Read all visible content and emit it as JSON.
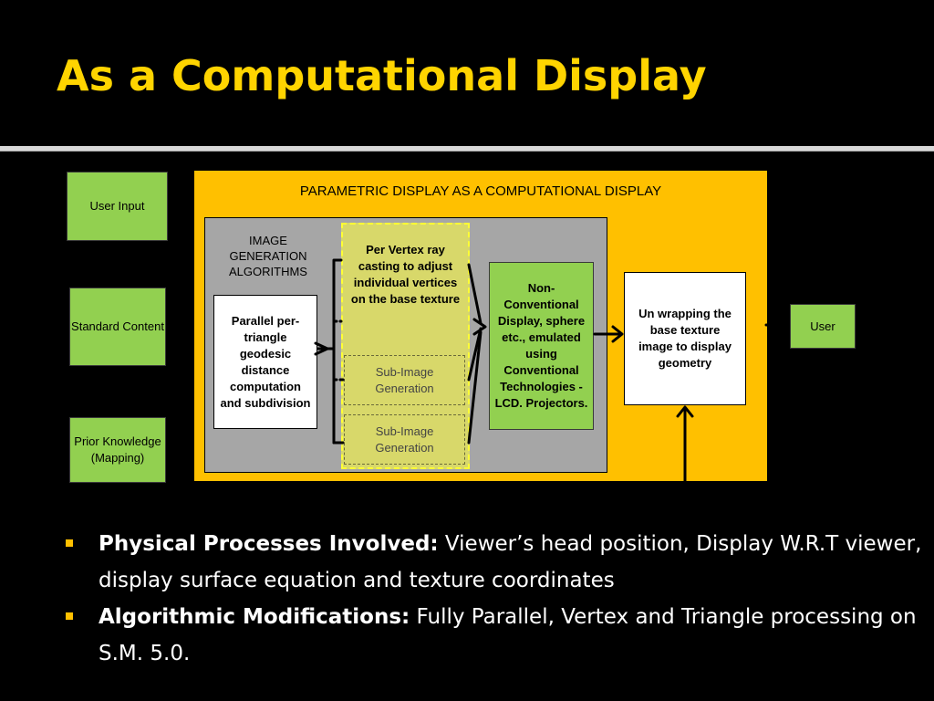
{
  "slide": {
    "title": "As a Computational Display"
  },
  "diagram": {
    "inputs": [
      "User Input",
      "Standard Content",
      "Prior Knowledge (Mapping)"
    ],
    "outer_panel_title": "PARAMETRIC DISPLAY AS A COMPUTATIONAL DISPLAY",
    "algo_label": "IMAGE GENERATION ALGORITHMS",
    "parallel_box": "Parallel per-triangle geodesic distance computation and subdivision",
    "per_vertex_box": "Per Vertex ray casting to adjust individual vertices on the base texture",
    "sub_image_1": "Sub-Image Generation",
    "sub_image_2": "Sub-Image Generation",
    "non_conventional": "Non-Conventional Display, sphere etc., emulated using Conventional Technologies - LCD. Projectors.",
    "unwrap_box": "Un wrapping the base texture image to display geometry",
    "output": "User"
  },
  "bullets": [
    {
      "bold": "Physical Processes Involved:",
      "text": " Viewer’s head position, Display W.R.T viewer, display surface equation and texture coordinates"
    },
    {
      "bold": "Algorithmic Modifications:",
      "text": " Fully Parallel, Vertex and Triangle processing on S.M. 5.0."
    }
  ],
  "colors": {
    "title": "#ffd400",
    "green": "#92d050",
    "gold": "#ffc000",
    "gray": "#a6a6a6",
    "dashed_fill": "#d8d86a",
    "dashed_border": "#ffff33"
  }
}
